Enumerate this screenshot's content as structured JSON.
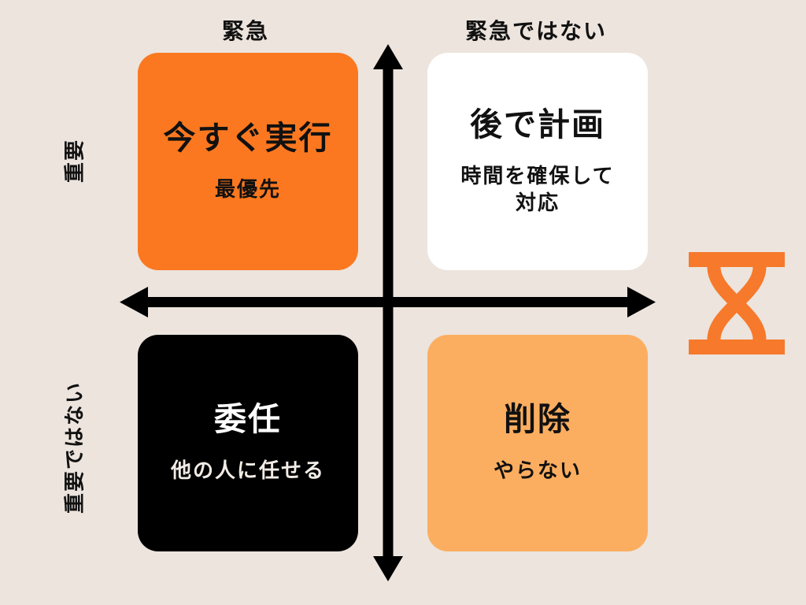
{
  "palette": {
    "background": "#ECE4DD",
    "quadrant_do_now": "#FB7820",
    "quadrant_plan_later": "#FFFFFF",
    "quadrant_delegate": "#000000",
    "quadrant_eliminate": "#FCAE60",
    "axis_arrow": "#000000",
    "text_dark": "#111111",
    "text_light": "#FFFFFF",
    "icon_orange": "#F7792B"
  },
  "axis_labels": {
    "urgent": "緊急",
    "not_urgent": "緊急ではない",
    "important": "重要",
    "not_important": "重要ではない"
  },
  "quadrants": {
    "do_now": {
      "title": "今すぐ実行",
      "subtitle": "最優先"
    },
    "plan_later": {
      "title": "後で計画",
      "subtitle_line1": "時間を確保して",
      "subtitle_line2": "対応"
    },
    "delegate": {
      "title": "委任",
      "subtitle": "他の人に任せる"
    },
    "eliminate": {
      "title": "削除",
      "subtitle": "やらない"
    }
  },
  "icons": {
    "hourglass": "hourglass-icon"
  }
}
